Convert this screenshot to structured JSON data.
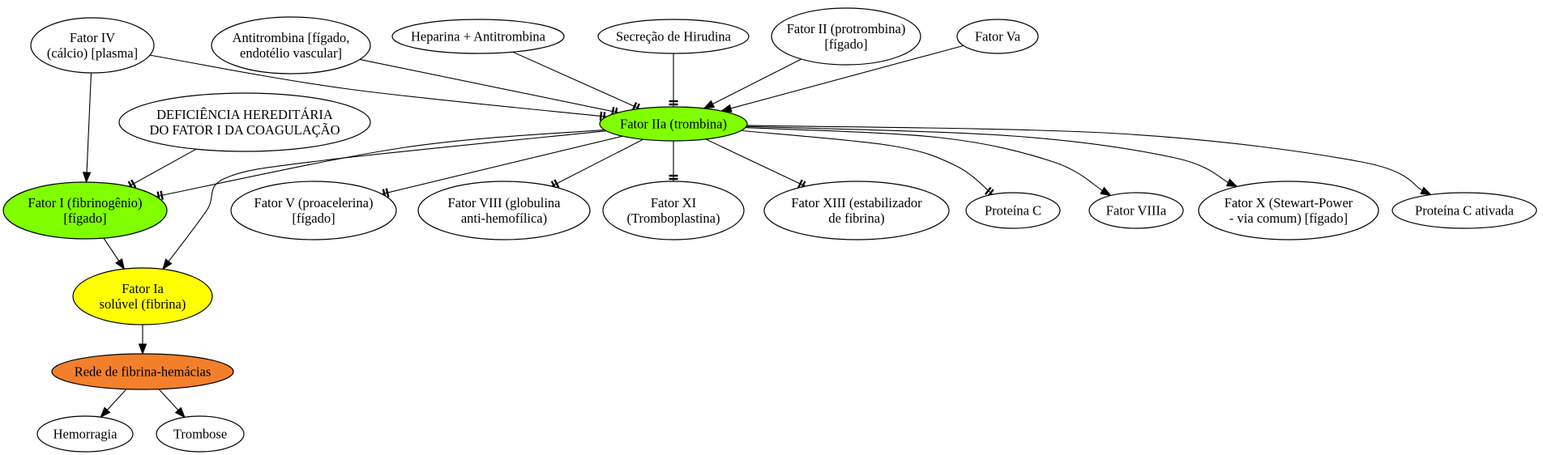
{
  "diagram": {
    "nodes": [
      {
        "id": "fatorIV",
        "lines": [
          "Fator IV",
          "(cálcio) [plasma]"
        ],
        "fill": "#ffffff"
      },
      {
        "id": "antitrombina",
        "lines": [
          "Antitrombina [fígado,",
          "endotélio vascular]"
        ],
        "fill": "#ffffff"
      },
      {
        "id": "heparina",
        "lines": [
          "Heparina + Antitrombina"
        ],
        "fill": "#ffffff"
      },
      {
        "id": "hirudina",
        "lines": [
          "Secreção de Hirudina"
        ],
        "fill": "#ffffff"
      },
      {
        "id": "fatorII",
        "lines": [
          "Fator II (protrombina)",
          "[fígado]"
        ],
        "fill": "#ffffff"
      },
      {
        "id": "fatorVa",
        "lines": [
          "Fator Va"
        ],
        "fill": "#ffffff"
      },
      {
        "id": "deficiencia",
        "lines": [
          "DEFICIÊNCIA HEREDITÁRIA",
          "DO FATOR I DA COAGULAÇÃO"
        ],
        "fill": "#ffffff"
      },
      {
        "id": "fatorIIa",
        "lines": [
          "Fator IIa (trombina)"
        ],
        "fill": "#7fff00"
      },
      {
        "id": "fatorI",
        "lines": [
          "Fator I (fibrinogênio)",
          "[fígado]"
        ],
        "fill": "#7fff00"
      },
      {
        "id": "fatorV",
        "lines": [
          "Fator V (proacelerina)",
          "[fígado]"
        ],
        "fill": "#ffffff"
      },
      {
        "id": "fatorVIII",
        "lines": [
          "Fator VIII (globulina",
          "anti-hemofílica)"
        ],
        "fill": "#ffffff"
      },
      {
        "id": "fatorXI",
        "lines": [
          "Fator XI",
          "(Tromboplastina)"
        ],
        "fill": "#ffffff"
      },
      {
        "id": "fatorXIII",
        "lines": [
          "Fator XIII (estabilizador",
          "de fibrina)"
        ],
        "fill": "#ffffff"
      },
      {
        "id": "proteinaC",
        "lines": [
          "Proteína C"
        ],
        "fill": "#ffffff"
      },
      {
        "id": "fatorVIIIa",
        "lines": [
          "Fator VIIIa"
        ],
        "fill": "#ffffff"
      },
      {
        "id": "fatorX",
        "lines": [
          "Fator X (Stewart-Power",
          "- via comum) [fígado]"
        ],
        "fill": "#ffffff"
      },
      {
        "id": "proteinaCativada",
        "lines": [
          "Proteína C ativada"
        ],
        "fill": "#ffffff"
      },
      {
        "id": "fatorIa",
        "lines": [
          "Fator Ia",
          "solúvel (fibrina)"
        ],
        "fill": "#ffff00"
      },
      {
        "id": "rede",
        "lines": [
          "Rede de fibrina-hemácias"
        ],
        "fill": "#f47f2a"
      },
      {
        "id": "hemorragia",
        "lines": [
          "Hemorragia"
        ],
        "fill": "#ffffff"
      },
      {
        "id": "trombose",
        "lines": [
          "Trombose"
        ],
        "fill": "#ffffff"
      }
    ],
    "edges": [
      {
        "from": "fatorIV",
        "to": "fatorIIa",
        "head": "tee2"
      },
      {
        "from": "antitrombina",
        "to": "fatorIIa",
        "head": "tee2"
      },
      {
        "from": "heparina",
        "to": "fatorIIa",
        "head": "tee2"
      },
      {
        "from": "hirudina",
        "to": "fatorIIa",
        "head": "tee"
      },
      {
        "from": "fatorII",
        "to": "fatorIIa",
        "head": "arrow"
      },
      {
        "from": "fatorVa",
        "to": "fatorIIa",
        "head": "arrow"
      },
      {
        "from": "fatorIV",
        "to": "fatorI",
        "head": "arrow"
      },
      {
        "from": "deficiencia",
        "to": "fatorI",
        "head": "tee2"
      },
      {
        "from": "fatorIIa",
        "to": "fatorI",
        "head": "tee2"
      },
      {
        "from": "fatorIIa",
        "to": "fatorIa",
        "head": "arrow"
      },
      {
        "from": "fatorIIa",
        "to": "fatorV",
        "head": "tee2"
      },
      {
        "from": "fatorIIa",
        "to": "fatorVIII",
        "head": "tee2"
      },
      {
        "from": "fatorIIa",
        "to": "fatorXI",
        "head": "tee"
      },
      {
        "from": "fatorIIa",
        "to": "fatorXIII",
        "head": "tee2"
      },
      {
        "from": "fatorIIa",
        "to": "proteinaC",
        "head": "tee2"
      },
      {
        "from": "fatorIIa",
        "to": "fatorVIIIa",
        "head": "arrow"
      },
      {
        "from": "fatorIIa",
        "to": "fatorX",
        "head": "arrow"
      },
      {
        "from": "fatorIIa",
        "to": "proteinaCativada",
        "head": "arrow"
      },
      {
        "from": "fatorI",
        "to": "fatorIa",
        "head": "arrow"
      },
      {
        "from": "fatorIa",
        "to": "rede",
        "head": "arrow"
      },
      {
        "from": "rede",
        "to": "hemorragia",
        "head": "arrow"
      },
      {
        "from": "rede",
        "to": "trombose",
        "head": "arrow"
      }
    ]
  }
}
